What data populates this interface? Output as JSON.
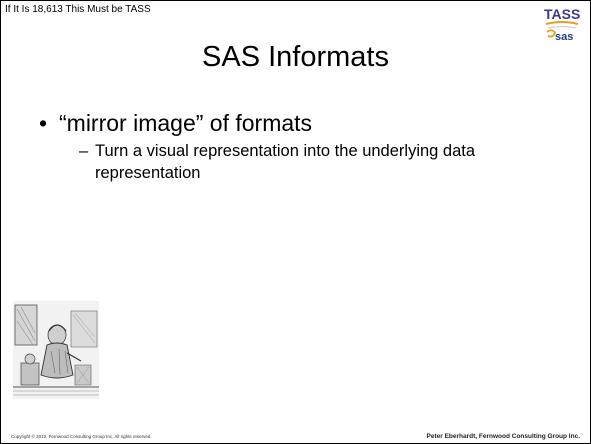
{
  "header": {
    "title": "If It Is 18,613 This Must be TASS"
  },
  "logo": {
    "top_text": "TASS",
    "bottom_text": "sas",
    "icon": "tass-sas-logo",
    "colors": {
      "tass": "#3a3a8c",
      "sas": "#1c3f8f",
      "swoosh": "#e8a020"
    }
  },
  "slide": {
    "title": "SAS Informats",
    "bullets": [
      {
        "marker": "•",
        "text": "“mirror image” of formats",
        "sub": [
          {
            "marker": "–",
            "text": "Turn a visual representation into the underlying data representation"
          }
        ]
      }
    ]
  },
  "illustration": {
    "icon": "alice-through-looking-glass-engraving"
  },
  "footer": {
    "left": "Copyright © 2010, Fernwood Consulting Group Inc. All rights reserved.",
    "right": "Peter Eberhardt, Fernwood Consulting Group Inc."
  }
}
